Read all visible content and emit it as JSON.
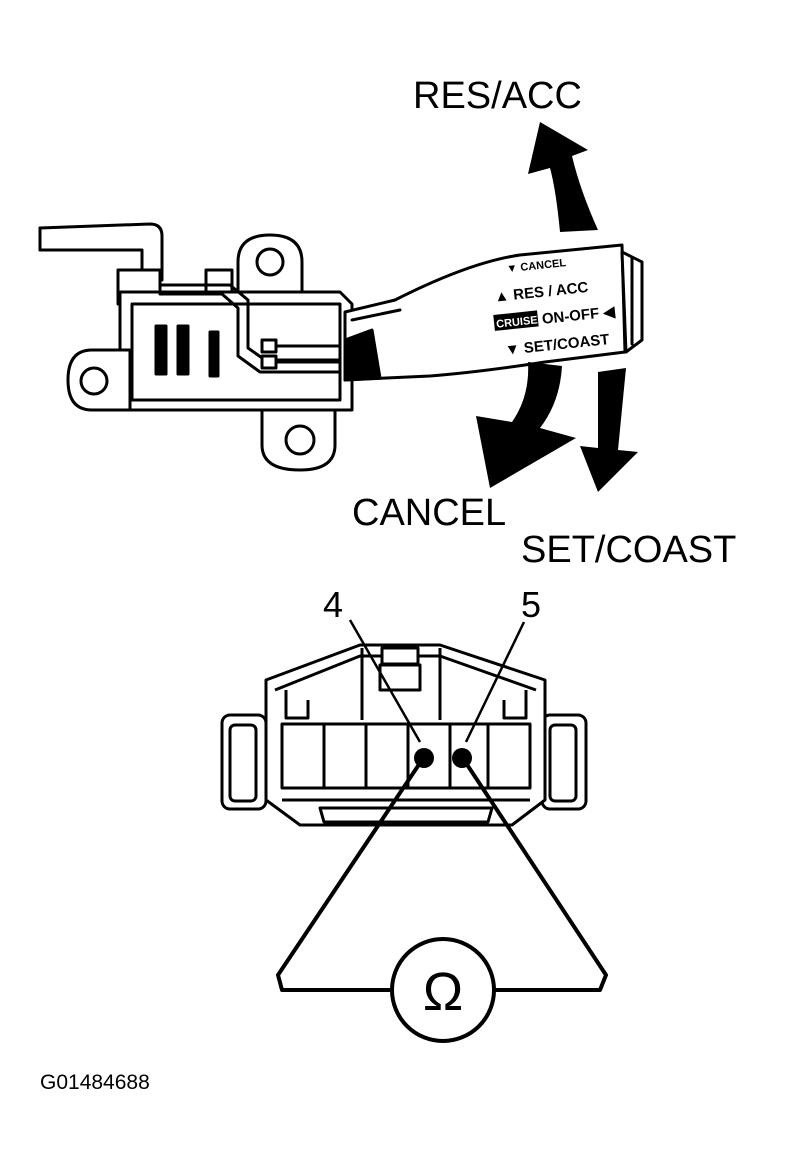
{
  "labels": {
    "res_acc": "RES/ACC",
    "cancel": "CANCEL",
    "set_coast": "SET/COAST",
    "pin_4": "4",
    "pin_5": "5",
    "figure_id": "G01484688"
  },
  "lever_labels": {
    "cancel": "▼ CANCEL",
    "res_acc": "▲ RES / ACC",
    "cruise": "CRUISE",
    "on_off": "ON-OFF ◀",
    "set_coast": "▼ SET/COAST"
  },
  "meter_symbol": "Ω",
  "colors": {
    "ink": "#000000",
    "paper": "#ffffff"
  }
}
